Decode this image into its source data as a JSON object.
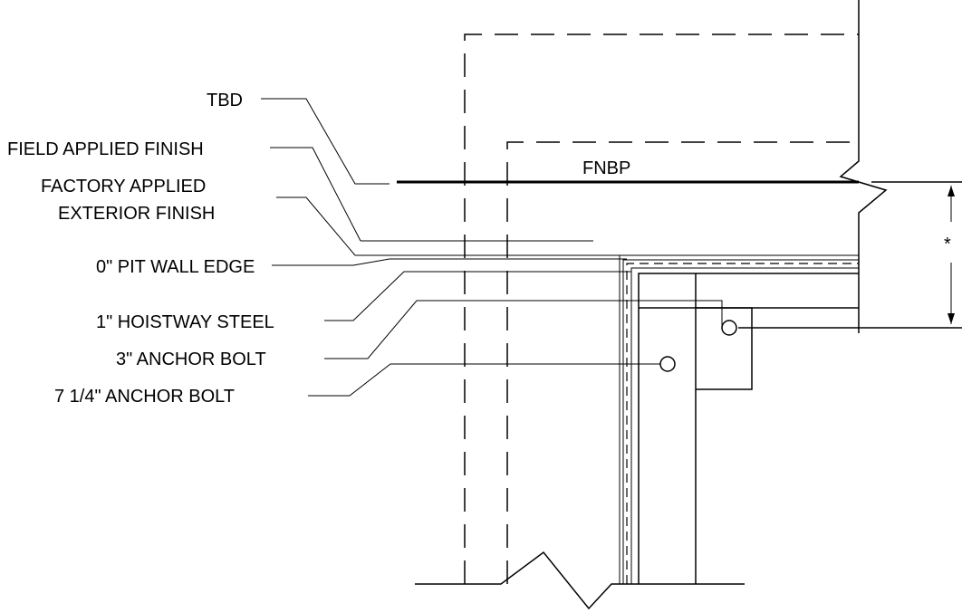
{
  "labels": {
    "tbd": "TBD",
    "field_finish": "FIELD APPLIED FINISH",
    "factory_finish_line1": "FACTORY APPLIED",
    "factory_finish_line2": "EXTERIOR FINISH",
    "pit_wall_edge": "0\" PIT WALL EDGE",
    "hoistway_steel": "1\" HOISTWAY STEEL",
    "anchor_bolt_3": "3\" ANCHOR BOLT",
    "anchor_bolt_7": "7 1/4\" ANCHOR BOLT",
    "fnbp": "FNBP",
    "dimension_mark": "*"
  }
}
